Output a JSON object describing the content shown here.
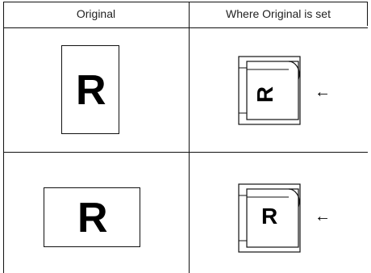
{
  "table": {
    "headers": [
      "Original",
      "Where Original is set"
    ],
    "rows": [
      {
        "original_letter": "R",
        "set_letter": "R",
        "orientation": "portrait",
        "set_rotated": true,
        "arrow_icon": "left-arrow"
      },
      {
        "original_letter": "R",
        "set_letter": "R",
        "orientation": "landscape",
        "set_rotated": false,
        "arrow_icon": "left-arrow"
      }
    ]
  },
  "arrow_glyph": "←"
}
